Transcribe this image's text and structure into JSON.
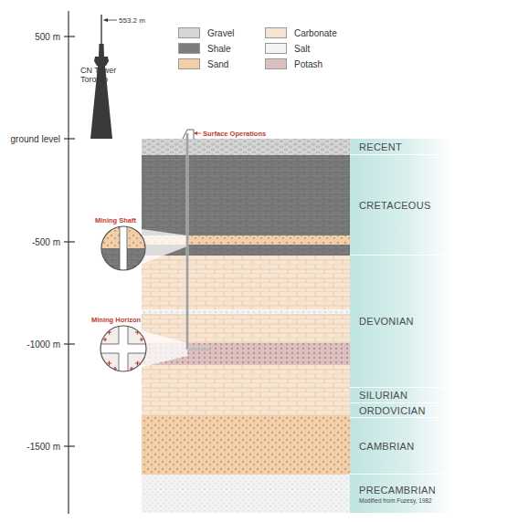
{
  "diagram": {
    "nodes": [
      {
        "text": [
          "RECENT"
        ]
      },
      {
        "text": [
          "CRETACEOUS"
        ]
      },
      {
        "text": [
          "DEVONIAN"
        ]
      },
      {
        "text": [
          "SILURIAN"
        ]
      },
      {
        "text": [
          "ORDOVICIAN"
        ]
      },
      {
        "text": [
          "CAMBRIAN"
        ]
      },
      {
        "text": [
          "PRECAMBRIAN",
          "Modified from Fuzesy, 1982"
        ]
      }
    ],
    "labels": [
      "553.2 m",
      "CN Tower Toronto",
      "500 m",
      "ground level",
      "-500 m",
      "-1000 m",
      "-1500 m",
      "Surface Operations",
      "Mining Shaft",
      "Mining Horizon"
    ],
    "legend": [
      {
        "text": "Gravel",
        "color": "#d6d6d6"
      },
      {
        "text": "Shale",
        "color": "#7d7d7d"
      },
      {
        "text": "Sand",
        "color": "#f2cfa8"
      },
      {
        "text": "Carbonate",
        "color": "#f7e4d1"
      },
      {
        "text": "Salt",
        "color": "#f4f4f4"
      },
      {
        "text": "Potash",
        "color": "#dcc0c0"
      }
    ]
  }
}
